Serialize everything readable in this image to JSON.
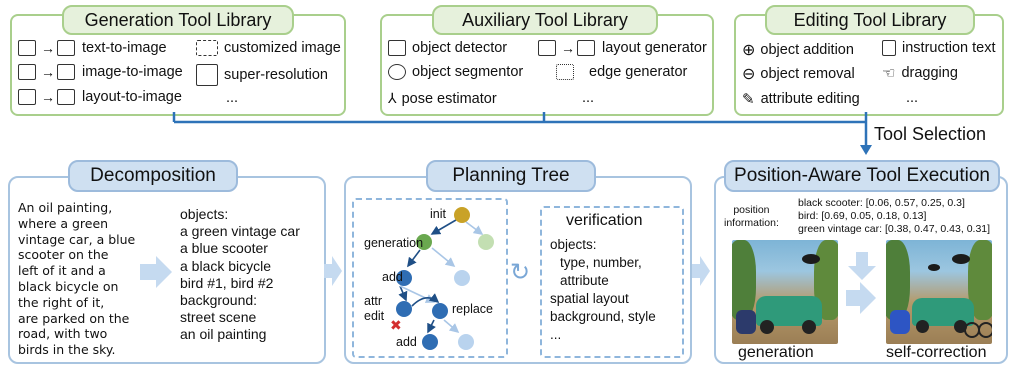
{
  "generation_library": {
    "title": "Generation Tool Library",
    "items": [
      "text-to-image",
      "customized image",
      "image-to-image",
      "super-resolution",
      "layout-to-image",
      "..."
    ]
  },
  "auxiliary_library": {
    "title": "Auxiliary Tool Library",
    "items": [
      "object detector",
      "layout generator",
      "object segmentor",
      "edge generator",
      "pose estimator",
      "..."
    ]
  },
  "editing_library": {
    "title": "Editing Tool Library",
    "items": [
      "object addition",
      "instruction text",
      "object removal",
      "dragging",
      "attribute editing",
      "..."
    ]
  },
  "tool_selection": "Tool Selection",
  "decomposition": {
    "title": "Decomposition",
    "prompt_lines": [
      "An oil painting,",
      "where a green",
      "vintage car, a blue",
      "scooter on the",
      "left of it and a",
      "black bicycle on",
      "the right of it,",
      "are parked on the",
      "road, with two",
      "birds in the sky."
    ],
    "objects_lines": [
      "objects:",
      "a green vintage car",
      "a blue scooter",
      "a black bicycle",
      "bird #1, bird #2",
      "background:",
      "street scene",
      "an oil painting"
    ]
  },
  "planning_tree": {
    "title": "Planning Tree",
    "nodes": {
      "init": "init",
      "generation": "generation",
      "add1": "add",
      "attr": "attr",
      "edit": "edit",
      "replace": "replace",
      "add2": "add"
    },
    "verification_title": "verification",
    "verification_lines": [
      "objects:",
      "type, number,",
      "attribute",
      "spatial layout",
      "background, style",
      "..."
    ]
  },
  "execution": {
    "title": "Position-Aware Tool Execution",
    "position_label_1": "position",
    "position_label_2": "information:",
    "positions": [
      "black scooter: [0.06, 0.57, 0.25, 0.3]",
      "bird: [0.69, 0.05, 0.18, 0.13]",
      "green vintage car: [0.38, 0.47, 0.43, 0.31]"
    ],
    "caption_left": "generation",
    "caption_right": "self-correction"
  },
  "colors": {
    "green_border": "#a9cf8c",
    "blue_border": "#a8c4e0",
    "arrow_blue": "#2e73b8",
    "node_gold": "#c9a227",
    "node_green": "#6aa84f",
    "node_blue": "#2f6db3"
  }
}
